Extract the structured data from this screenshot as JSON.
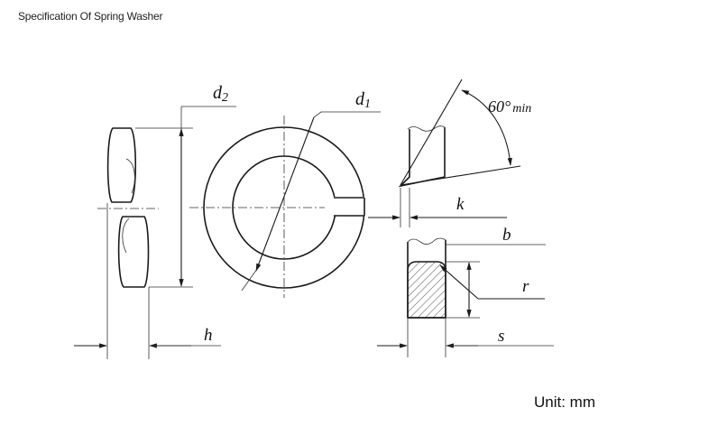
{
  "header": {
    "title": "Specification Of Spring Washer"
  },
  "drawing": {
    "labels": {
      "d2": "d",
      "d2_sub": "2",
      "d1": "d",
      "d1_sub": "1",
      "angle": "60°",
      "angle_suffix": "min",
      "k": "k",
      "b": "b",
      "r": "r",
      "h": "h",
      "s": "s"
    }
  },
  "footer": {
    "unit": "Unit: mm"
  }
}
